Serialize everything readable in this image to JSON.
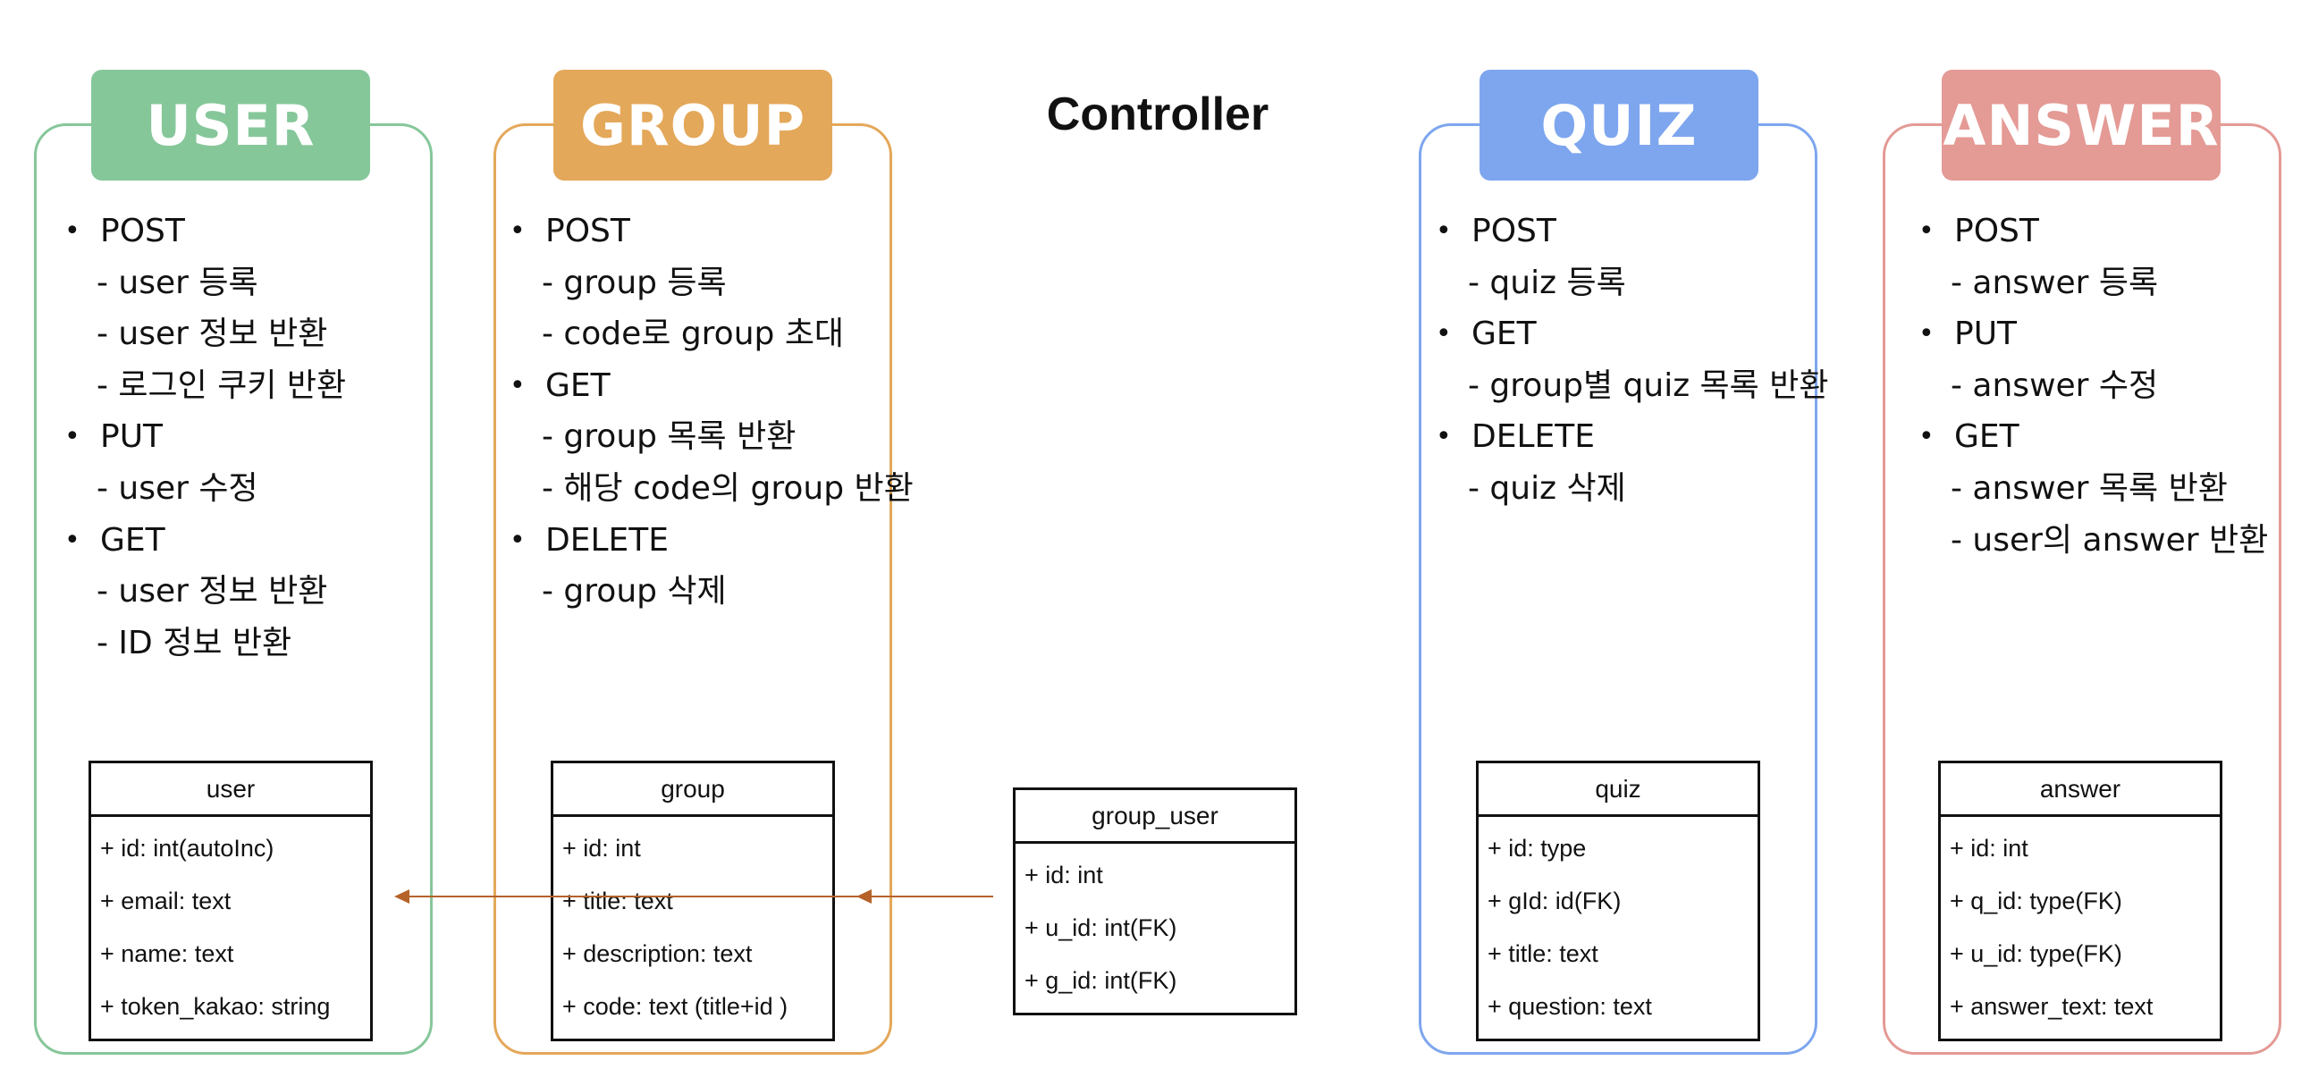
{
  "controller_title": "Controller",
  "colors": {
    "user": "#86c79a",
    "group": "#e4a85a",
    "quiz": "#7ea6ef",
    "answer": "#e49a95",
    "arrow": "#b5622a"
  },
  "user": {
    "tag": "USER",
    "methods": [
      {
        "name": "POST",
        "items": [
          "- user 등록",
          "- user 정보 반환",
          "- 로그인 쿠키 반환"
        ]
      },
      {
        "name": "PUT",
        "items": [
          "- user 수정"
        ]
      },
      {
        "name": "GET",
        "items": [
          "- user 정보 반환",
          "- ID 정보 반환"
        ]
      }
    ],
    "table": {
      "title": "user",
      "fields": [
        "+ id: int(autoInc)",
        "+ email: text",
        "+ name: text",
        "+ token_kakao: string"
      ]
    }
  },
  "group": {
    "tag": "GROUP",
    "methods": [
      {
        "name": "POST",
        "items": [
          "- group 등록",
          "- code로 group 초대"
        ]
      },
      {
        "name": "GET",
        "items": [
          "- group 목록 반환",
          "- 해당 code의 group 반환"
        ]
      },
      {
        "name": "DELETE",
        "items": [
          "- group 삭제"
        ]
      }
    ],
    "table": {
      "title": "group",
      "fields": [
        "+ id: int",
        "+ title: text",
        "+ description: text",
        "+ code: text (title+id )"
      ]
    }
  },
  "group_user": {
    "table": {
      "title": "group_user",
      "fields": [
        "+ id: int",
        "+ u_id: int(FK)",
        "+ g_id: int(FK)"
      ]
    }
  },
  "quiz": {
    "tag": "QUIZ",
    "methods": [
      {
        "name": "POST",
        "items": [
          "- quiz 등록"
        ]
      },
      {
        "name": "GET",
        "items": [
          " - group별 quiz 목록 반환"
        ]
      },
      {
        "name": "DELETE",
        "items": [
          " - quiz 삭제"
        ]
      }
    ],
    "table": {
      "title": "quiz",
      "fields": [
        "+ id: type",
        "+ gId: id(FK)",
        "+ title: text",
        "+ question: text"
      ]
    }
  },
  "answer": {
    "tag": "ANSWER",
    "methods": [
      {
        "name": "POST",
        "items": [
          "- answer 등록"
        ]
      },
      {
        "name": "PUT",
        "items": [
          "- answer 수정"
        ]
      },
      {
        "name": "GET",
        "items": [
          "- answer 목록 반환",
          "- user의 answer 반환"
        ]
      }
    ],
    "table": {
      "title": "answer",
      "fields": [
        "+ id: int",
        "+ q_id: type(FK)",
        "+ u_id: type(FK)",
        "+ answer_text: text"
      ]
    }
  }
}
